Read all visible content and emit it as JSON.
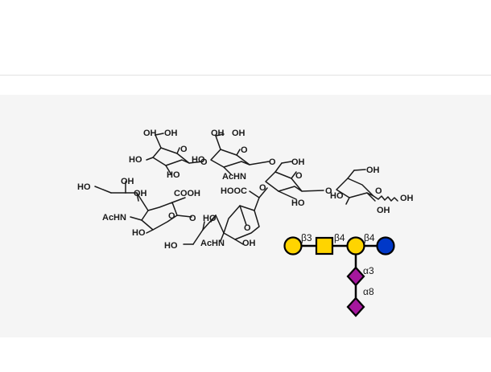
{
  "molecule": {
    "labels": [
      {
        "id": "oh-1",
        "text": "OH"
      },
      {
        "id": "oh-2",
        "text": "OH"
      },
      {
        "id": "oh-3",
        "text": "OH"
      },
      {
        "id": "oh-4",
        "text": "OH"
      },
      {
        "id": "oh-5",
        "text": "HO"
      },
      {
        "id": "o-ring-1",
        "text": "O"
      },
      {
        "id": "o-link-1",
        "text": "O"
      },
      {
        "id": "o-ring-2",
        "text": "O"
      },
      {
        "id": "oh-6",
        "text": "HO"
      },
      {
        "id": "o-link-2",
        "text": "O"
      },
      {
        "id": "oh-7",
        "text": "OH"
      },
      {
        "id": "oh-8",
        "text": "HO"
      },
      {
        "id": "achn-1",
        "text": "AcHN"
      },
      {
        "id": "o-ring-3",
        "text": "O"
      },
      {
        "id": "oh-9",
        "text": "OH"
      },
      {
        "id": "o-link-3",
        "text": "O"
      },
      {
        "id": "o-ring-4",
        "text": "O"
      },
      {
        "id": "oh-10",
        "text": "HO"
      },
      {
        "id": "oh-11",
        "text": "OH"
      },
      {
        "id": "oh-12",
        "text": "HO"
      },
      {
        "id": "oh-13",
        "text": "OH"
      },
      {
        "id": "cooh-1",
        "text": "COOH"
      },
      {
        "id": "cooh-2",
        "text": "HOOC"
      },
      {
        "id": "o-link-4",
        "text": "O"
      },
      {
        "id": "oh-14",
        "text": "OH"
      },
      {
        "id": "oh-15",
        "text": "HO"
      },
      {
        "id": "achn-2",
        "text": "AcHN"
      },
      {
        "id": "o-ring-5",
        "text": "O"
      },
      {
        "id": "oh-16",
        "text": "HO"
      },
      {
        "id": "o-link-5",
        "text": "O"
      },
      {
        "id": "oh-17",
        "text": "HO"
      },
      {
        "id": "achn-3",
        "text": "AcHN"
      },
      {
        "id": "o-ring-6",
        "text": "O"
      },
      {
        "id": "oh-18",
        "text": "OH"
      },
      {
        "id": "oh-19",
        "text": "HO"
      },
      {
        "id": "oh-20",
        "text": "OH"
      }
    ]
  },
  "glycan_symbol": {
    "colors": {
      "galactose": "#ffd400",
      "galnac": "#ffd400",
      "glucose": "#0038c8",
      "sialic_acid": "#a5179d",
      "outline": "#000000"
    },
    "residues": [
      {
        "id": "gal-terminal",
        "shape": "circle",
        "monosaccharide": "galactose"
      },
      {
        "id": "galnac",
        "shape": "square",
        "monosaccharide": "galnac"
      },
      {
        "id": "gal-inner",
        "shape": "circle",
        "monosaccharide": "galactose"
      },
      {
        "id": "glc",
        "shape": "circle",
        "monosaccharide": "glucose"
      },
      {
        "id": "neu5ac-1",
        "shape": "diamond",
        "monosaccharide": "sialic_acid"
      },
      {
        "id": "neu5ac-2",
        "shape": "diamond",
        "monosaccharide": "sialic_acid"
      }
    ],
    "linkages": [
      {
        "id": "link-b3",
        "text": "β3"
      },
      {
        "id": "link-b4-a",
        "text": "β4"
      },
      {
        "id": "link-b4-b",
        "text": "β4"
      },
      {
        "id": "link-a3",
        "text": "α3"
      },
      {
        "id": "link-a8",
        "text": "α8"
      }
    ]
  }
}
